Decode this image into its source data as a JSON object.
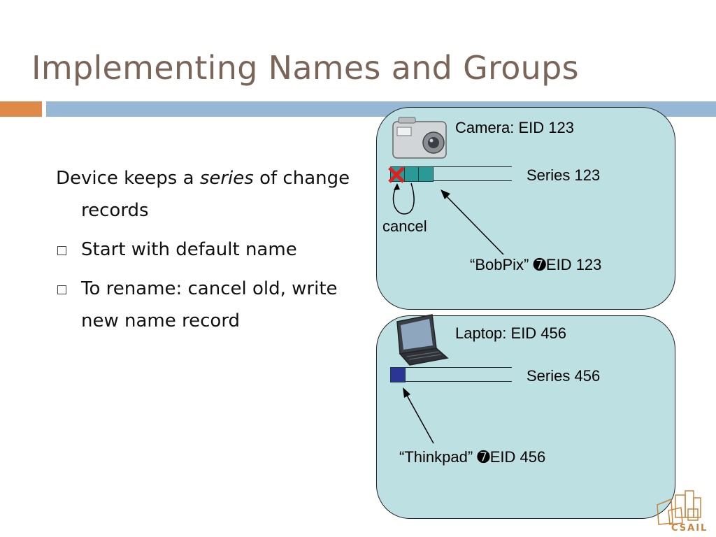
{
  "slide": {
    "title": "Implementing Names and Groups"
  },
  "body": {
    "para_prefix": "Device keeps a ",
    "para_em": "series",
    "para_suffix": " of change records",
    "bullets": [
      "Start with default name",
      "To rename: cancel old, write new name record"
    ]
  },
  "camera_panel": {
    "header": "Camera: EID 123",
    "series_label": "Series 123",
    "cancel_label": "cancel",
    "record_label": "“BobPix” ➐EID 123",
    "icon": "camera-icon"
  },
  "laptop_panel": {
    "header": "Laptop: EID 456",
    "series_label": "Series 456",
    "record_label": "“Thinkpad” ➐EID 456",
    "icon": "laptop-icon"
  },
  "logo": {
    "text": "CSAIL"
  },
  "colors": {
    "title": "#7a6558",
    "accent_orange": "#e08a4a",
    "accent_blue": "#97b8d5",
    "panel_fill": "#bde0e3",
    "teal_cell": "#2a9a96",
    "navy_cell": "#2b3596",
    "cancel_x": "#e02020"
  }
}
